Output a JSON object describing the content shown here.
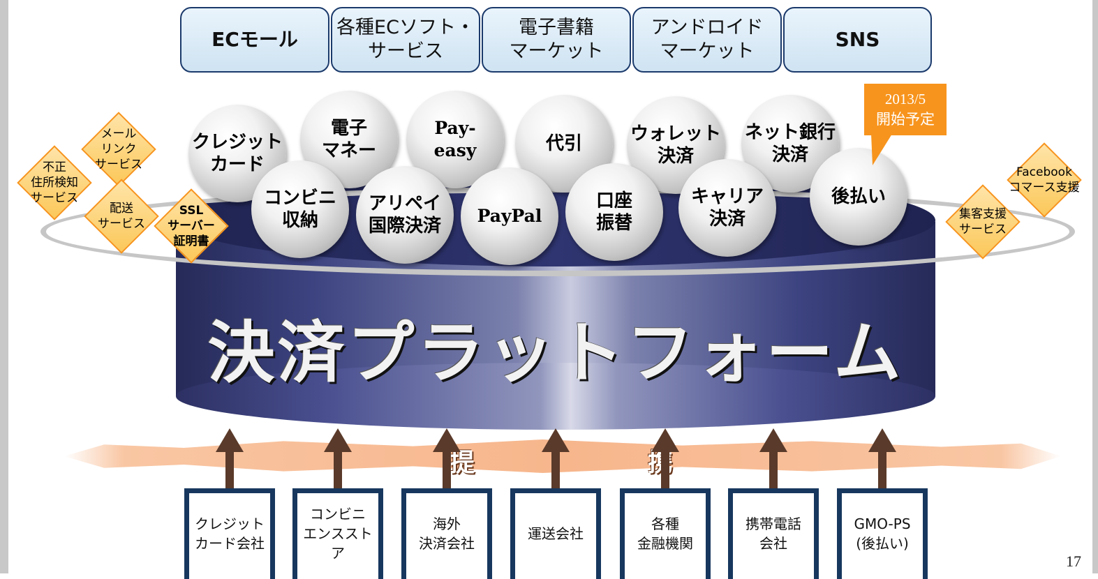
{
  "channels": [
    {
      "label": "ECモール"
    },
    {
      "label": "各種ECソフト・\nサービス"
    },
    {
      "label": "電子書籍\nマーケット"
    },
    {
      "label": "アンドロイド\nマーケット"
    },
    {
      "label": "SNS"
    }
  ],
  "payment_methods": [
    {
      "label": "クレジット\nカード"
    },
    {
      "label": "電子\nマネー"
    },
    {
      "label": "Pay-\neasy"
    },
    {
      "label": "代引"
    },
    {
      "label": "ウォレット\n決済"
    },
    {
      "label": "ネット銀行\n決済"
    },
    {
      "label": "コンビニ\n収納"
    },
    {
      "label": "アリペイ\n国際決済"
    },
    {
      "label": "PayPal"
    },
    {
      "label": "口座\n振替"
    },
    {
      "label": "キャリア\n決済"
    },
    {
      "label": "後払い"
    }
  ],
  "callout": {
    "label": "2013/5\n開始予定"
  },
  "left_services": [
    {
      "label": "メール\nリンク\nサービス"
    },
    {
      "label": "不正\n住所検知\nサービス"
    },
    {
      "label": "配送\nサービス"
    },
    {
      "label": "SSL\nサーバー\n証明書"
    }
  ],
  "right_services": [
    {
      "label": "Facebook\nコマース支援"
    },
    {
      "label": "集客支援\nサービス"
    }
  ],
  "platform": {
    "label": "決済プラットフォーム"
  },
  "partnership": {
    "char1": "提",
    "char2": "携"
  },
  "partners": [
    {
      "label": "クレジット\nカード会社"
    },
    {
      "label": "コンビニ\nエンスストア"
    },
    {
      "label": "海外\n決済会社"
    },
    {
      "label": "運送会社"
    },
    {
      "label": "各種\n金融機関"
    },
    {
      "label": "携帯電話\n会社"
    },
    {
      "label": "GMO-PS\n(後払い)"
    }
  ],
  "page_number": "17",
  "colors": {
    "navy": "#1b3a6b",
    "orange": "#f7941d",
    "platform": "#2f3570",
    "arrow": "#5a3a2a"
  }
}
